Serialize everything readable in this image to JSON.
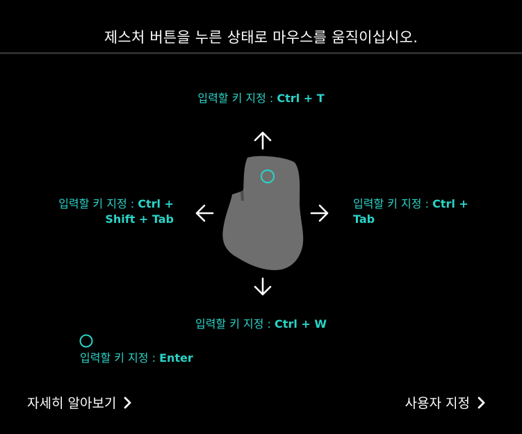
{
  "header": {
    "title": "제스처 버튼을 누른 상태로 마우스를 움직이십시오."
  },
  "gestures": {
    "up": {
      "prefix": "입력할 키 지정 : ",
      "key": "Ctrl + T"
    },
    "down": {
      "prefix": "입력할 키 지정 : ",
      "key": "Ctrl + W"
    },
    "left": {
      "prefix": "입력할 키 지정 : ",
      "key": "Ctrl + Shift + Tab"
    },
    "right": {
      "prefix": "입력할 키 지정 : ",
      "key": "Ctrl + Tab"
    },
    "click": {
      "prefix": "입력할 키 지정 : ",
      "key": "Enter"
    }
  },
  "footer": {
    "learn_more": "자세히 알아보기",
    "customize": "사용자 지정"
  },
  "colors": {
    "accent": "#2ad4c8",
    "background": "#000000",
    "mouse_body": "#6e6e6e",
    "divider": "#2d2d2d",
    "text": "#ffffff"
  },
  "icons": {
    "arrow_up": "arrow-up-icon",
    "arrow_down": "arrow-down-icon",
    "arrow_left": "arrow-left-icon",
    "arrow_right": "arrow-right-icon",
    "mouse": "mouse-icon",
    "gesture_button": "gesture-button-indicator-icon",
    "chevron": "chevron-right-icon"
  }
}
